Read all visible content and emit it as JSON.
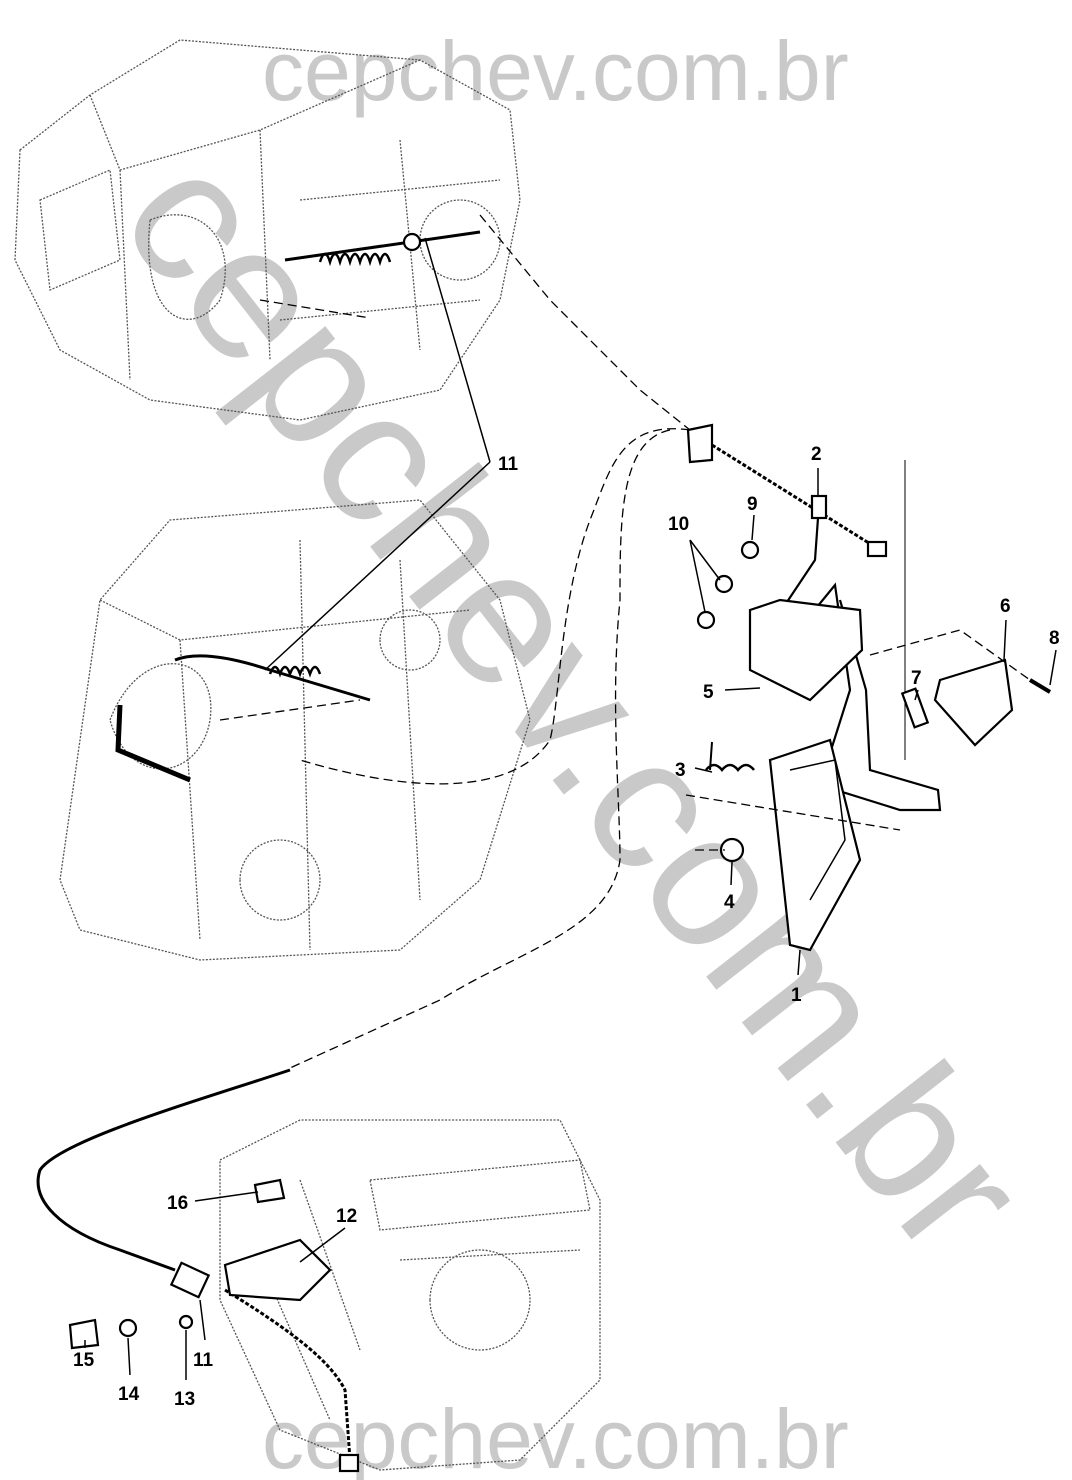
{
  "watermarks": {
    "top": "cepchev.com.br",
    "diagonal": "cepchev.com.br",
    "bottom": "cepchev.com.br"
  },
  "callouts": {
    "c1": "1",
    "c2": "2",
    "c3": "3",
    "c4": "4",
    "c5": "5",
    "c6": "6",
    "c7": "7",
    "c8": "8",
    "c9": "9",
    "c10": "10",
    "c11_top": "11",
    "c11_bottom": "11",
    "c12": "12",
    "c13": "13",
    "c14": "14",
    "c15": "15",
    "c16": "16"
  }
}
